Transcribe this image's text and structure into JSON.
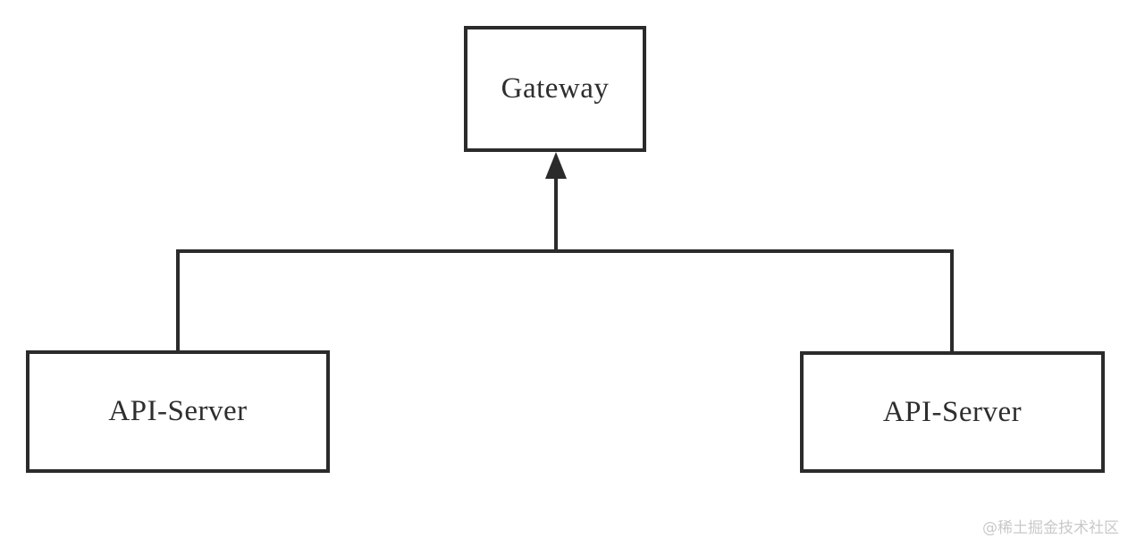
{
  "diagram": {
    "type": "architecture",
    "nodes": {
      "gateway": {
        "label": "Gateway"
      },
      "api_server_left": {
        "label": "API-Server"
      },
      "api_server_right": {
        "label": "API-Server"
      }
    },
    "edges": [
      {
        "from": "api_server_left",
        "to": "gateway",
        "arrow": "up"
      },
      {
        "from": "api_server_right",
        "to": "gateway",
        "arrow": "up"
      }
    ],
    "colors": {
      "line": "#2b2b2b",
      "node_border": "#2b2b2b",
      "node_fill": "#ffffff",
      "text": "#2e2e2e",
      "watermark": "#c9c9c9"
    }
  },
  "watermark": {
    "text": "@稀土掘金技术社区"
  }
}
